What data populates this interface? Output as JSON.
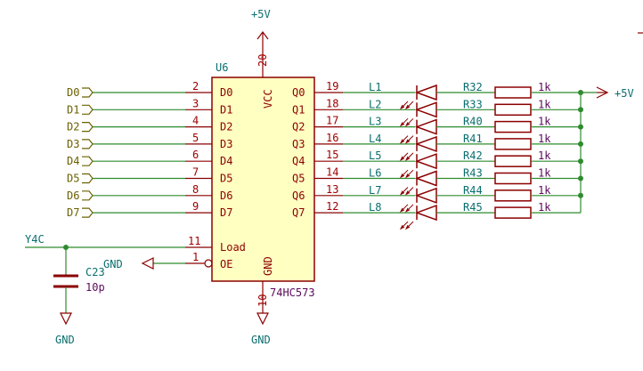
{
  "chip": {
    "ref": "U6",
    "part": "74HC573",
    "vcc_label": "VCC",
    "gnd_label": "GND",
    "vcc_pin": "20",
    "gnd_pin": "10",
    "load_label": "Load",
    "load_pin": "11",
    "oe_label": "OE",
    "oe_pin": "1",
    "inputs": [
      {
        "net": "D0",
        "pin": "2",
        "label": "D0"
      },
      {
        "net": "D1",
        "pin": "3",
        "label": "D1"
      },
      {
        "net": "D2",
        "pin": "4",
        "label": "D2"
      },
      {
        "net": "D3",
        "pin": "5",
        "label": "D3"
      },
      {
        "net": "D4",
        "pin": "6",
        "label": "D4"
      },
      {
        "net": "D5",
        "pin": "7",
        "label": "D5"
      },
      {
        "net": "D6",
        "pin": "8",
        "label": "D6"
      },
      {
        "net": "D7",
        "pin": "9",
        "label": "D7"
      }
    ],
    "outputs": [
      {
        "label": "Q0",
        "pin": "19",
        "led": "L1",
        "res": "R32",
        "value": "1k"
      },
      {
        "label": "Q1",
        "pin": "18",
        "led": "L2",
        "res": "R33",
        "value": "1k"
      },
      {
        "label": "Q2",
        "pin": "17",
        "led": "L3",
        "res": "R40",
        "value": "1k"
      },
      {
        "label": "Q3",
        "pin": "16",
        "led": "L4",
        "res": "R41",
        "value": "1k"
      },
      {
        "label": "Q4",
        "pin": "15",
        "led": "L5",
        "res": "R42",
        "value": "1k"
      },
      {
        "label": "Q5",
        "pin": "14",
        "led": "L6",
        "res": "R43",
        "value": "1k"
      },
      {
        "label": "Q6",
        "pin": "13",
        "led": "L7",
        "res": "R44",
        "value": "1k"
      },
      {
        "label": "Q7",
        "pin": "12",
        "led": "L8",
        "res": "R45",
        "value": "1k"
      }
    ]
  },
  "power": {
    "top": "+5V",
    "right": "+5V",
    "gnd_bottom": "GND",
    "gnd_cap": "GND",
    "gnd_oe": "GND"
  },
  "load_net": "Y4C",
  "capacitor": {
    "ref": "C23",
    "value": "10p"
  }
}
